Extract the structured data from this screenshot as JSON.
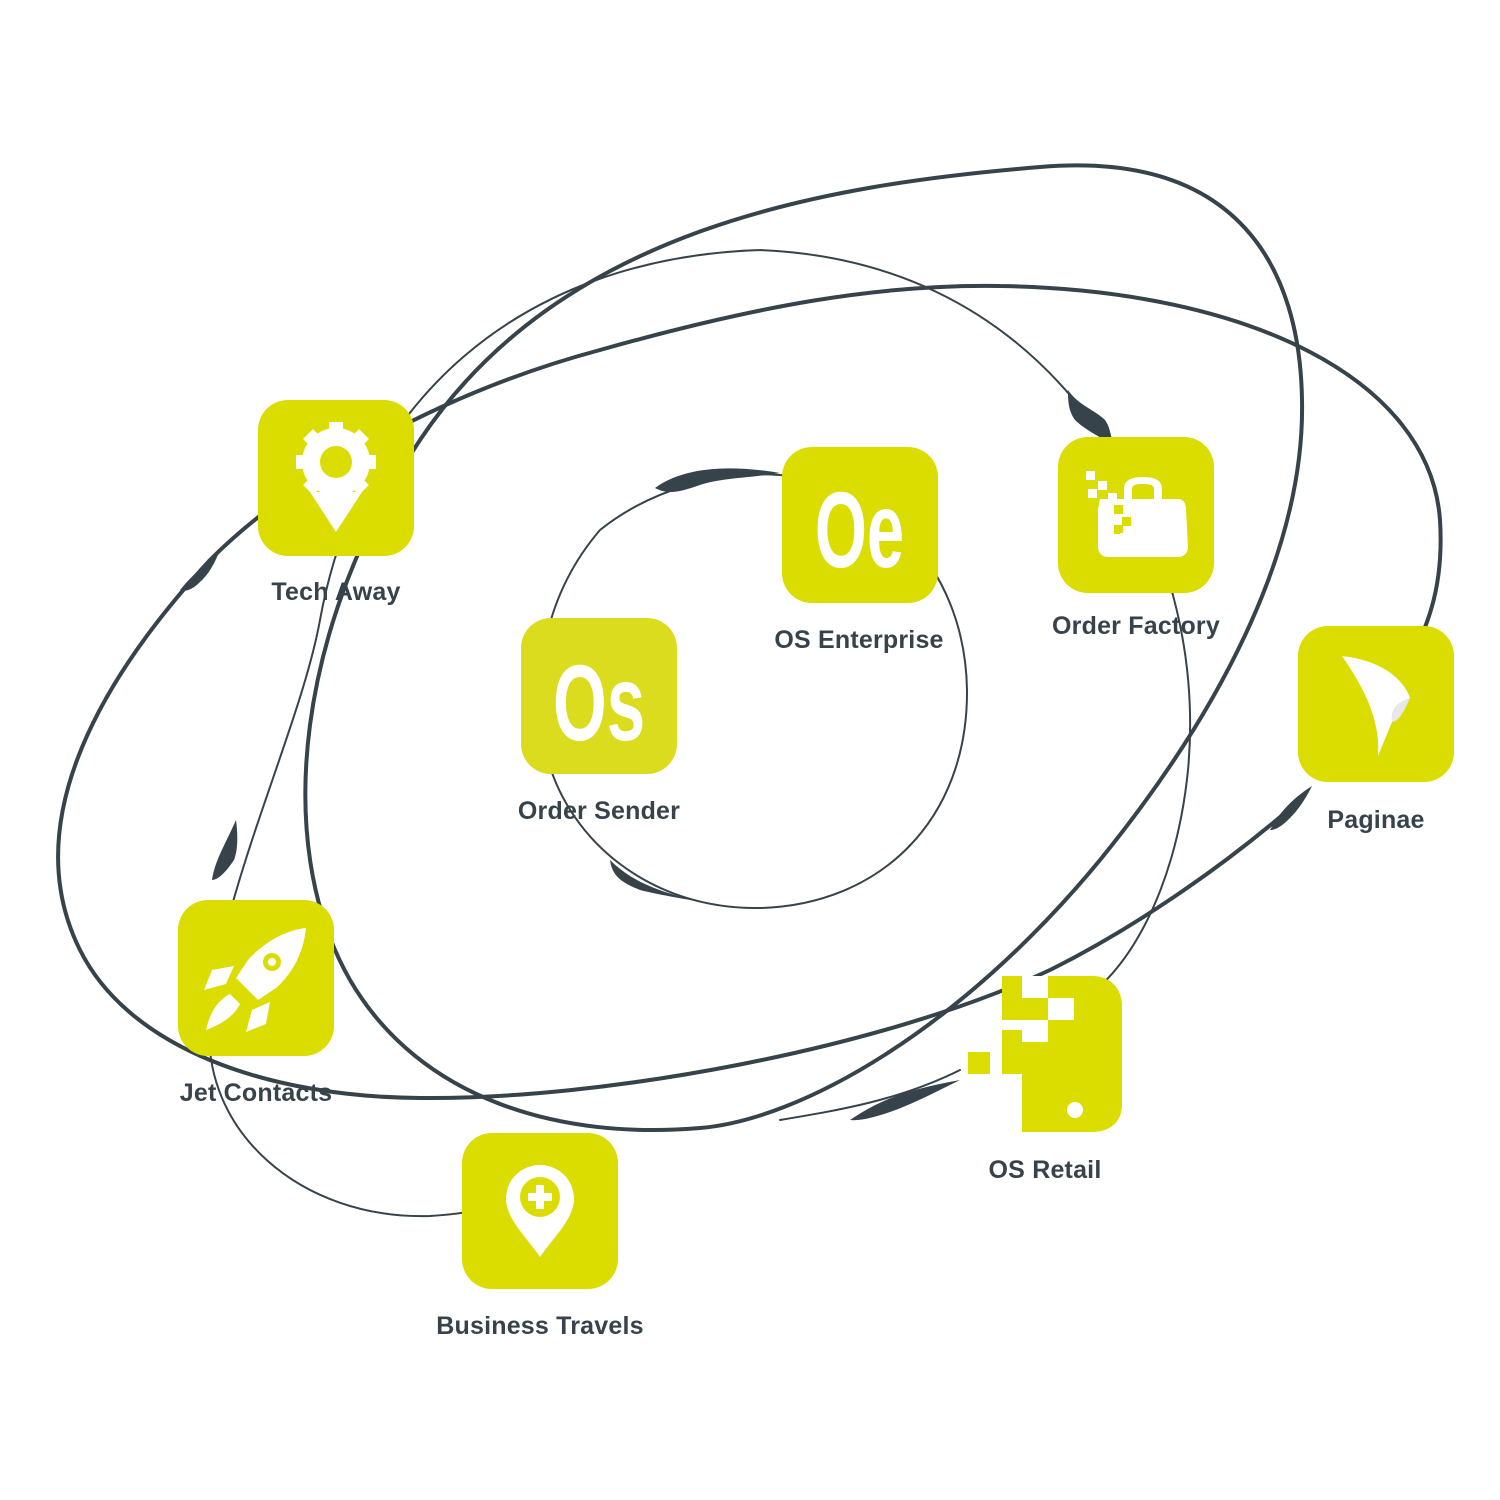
{
  "colors": {
    "accent": "#dbdc00",
    "line": "#37434a",
    "background": "#ffffff"
  },
  "apps": {
    "tech_away": {
      "label": "Tech Away",
      "icon": "gear-map-pin-icon"
    },
    "os_enterprise": {
      "label": "OS Enterprise",
      "icon": "oe-monogram-icon",
      "glyph": "Oe"
    },
    "order_factory": {
      "label": "Order Factory",
      "icon": "shopping-bag-icon"
    },
    "order_sender": {
      "label": "Order Sender",
      "icon": "os-monogram-icon",
      "glyph": "Os"
    },
    "paginae": {
      "label": "Paginae",
      "icon": "page-curl-icon"
    },
    "jet_contacts": {
      "label": "Jet Contacts",
      "icon": "rocket-icon"
    },
    "os_retail": {
      "label": "OS Retail",
      "icon": "pixel-phone-icon"
    },
    "business_travels": {
      "label": "Business Travels",
      "icon": "map-pin-plus-icon"
    }
  }
}
